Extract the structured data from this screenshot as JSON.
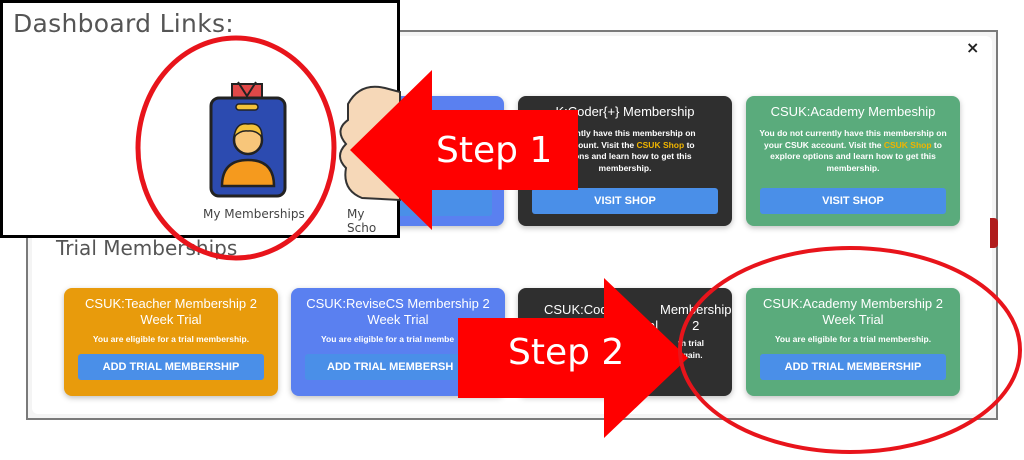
{
  "dialog": {
    "close_label": "×"
  },
  "dashboard": {
    "title": "Dashboard Links:",
    "memberships_label": "My Memberships",
    "school_label": "My Scho"
  },
  "top_cards": [
    {
      "title": "",
      "button": ""
    },
    {
      "title": "K:Coder{+} Membership",
      "text_a": "currently have this membership on",
      "text_b": "K account. Visit the ",
      "link": "CSUK Shop",
      "text_c": " to",
      "text_d": "options and learn how to get this",
      "text_e": "membership.",
      "button": "VISIT SHOP"
    },
    {
      "title": "CSUK:Academy Membeship",
      "text_a": "You do not currently have this membership on",
      "text_b": "your CSUK account. Visit the ",
      "link": "CSUK Shop",
      "text_c": " to",
      "text_d": "explore options and learn how to get this",
      "text_e": "membership.",
      "button": "VISIT SHOP"
    }
  ],
  "trial_section": {
    "heading": "Trial Memberships"
  },
  "trial_cards": [
    {
      "title_1": "CSUK:Teacher Membership 2",
      "title_2": "Week Trial",
      "text": "You are eligible for a trial membership.",
      "button": "ADD TRIAL MEMBERSHIP"
    },
    {
      "title_1": "CSUK:ReviseCS Membership 2",
      "title_2": "Week Trial",
      "text": "You are eligible for a trial membe",
      "button": "ADD TRIAL MEMBERSH"
    },
    {
      "title_1": "CSUK:Code",
      "title_2": "Membership 2",
      "title_3": "al",
      "text_1": "th trial",
      "text_2": "again."
    },
    {
      "title_1": "CSUK:Academy Membership 2",
      "title_2": "Week Trial",
      "text": "You are eligible for a trial membership.",
      "button": "ADD TRIAL MEMBERSHIP"
    }
  ],
  "annotations": {
    "step1": "Step 1",
    "step2": "Step 2",
    "arrow_color": "#ff0000",
    "circle_color": "#e8141b"
  },
  "colors": {
    "orange": "#e89b0c",
    "blue": "#5a80f0",
    "dark": "#2f2f2f",
    "green": "#5aab7c",
    "button_blue": "#4a8fe8"
  }
}
